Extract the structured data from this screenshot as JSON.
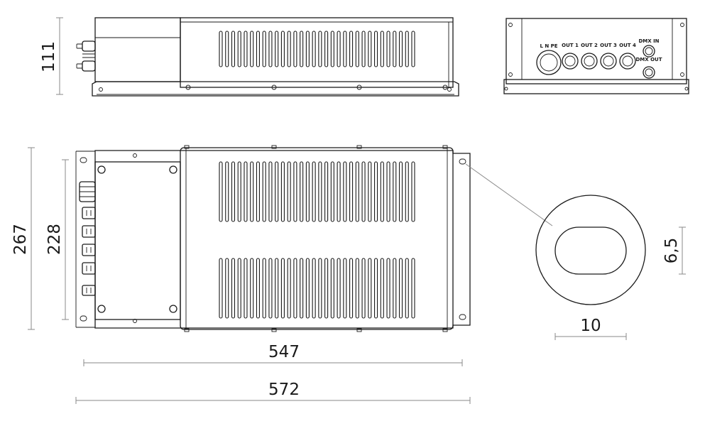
{
  "dimensions": {
    "height_side": "111",
    "overall_width": "267",
    "inner_width": "228",
    "length_inner": "547",
    "length_overall": "572",
    "hole_width": "10",
    "hole_height": "6,5"
  },
  "end_view_labels": {
    "power": "L N PE",
    "out1": "OUT 1",
    "out2": "OUT 2",
    "out3": "OUT 3",
    "out4": "OUT 4",
    "dmx_in": "DMX IN",
    "dmx_out": "DMX OUT"
  },
  "colors": {
    "line": "#1a1a1a",
    "dimension_line": "#8a8a8a",
    "background": "#ffffff"
  }
}
